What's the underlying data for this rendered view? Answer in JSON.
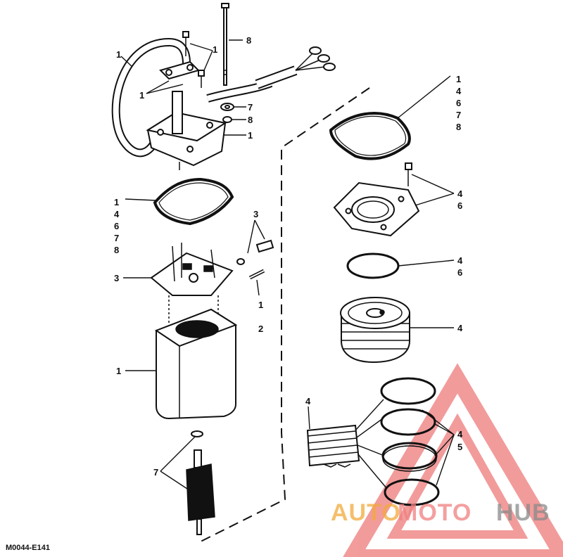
{
  "diagram": {
    "drawing_code": "M0044-E141",
    "labels": {
      "hose_group": "1",
      "screws_group": "1",
      "upper_rod": "8",
      "washer_7": "7",
      "washer_8": "8",
      "cap_1": "1",
      "gasket_left": [
        "1",
        "4",
        "6",
        "7",
        "8"
      ],
      "pins_3": "3",
      "brush_plate_3": "3",
      "spring_1": "1",
      "spring_2": "2",
      "housing_1": "1",
      "armature_7": "7",
      "gasket_right": [
        "1",
        "4",
        "6",
        "7",
        "8"
      ],
      "screw_bracket_4": "4",
      "screw_bracket_6": "6",
      "oring_4": "4",
      "oring_6": "6",
      "pump_4": "4",
      "plates_4": "4",
      "rings_4": "4",
      "rings_5": "5"
    }
  },
  "watermark": {
    "text_a": "AUTO",
    "text_b": "MOTO",
    "text_c": "HUB",
    "color_a": "#f2a93b",
    "color_b": "#f07f7f",
    "color_c": "#8a8a8a",
    "triangle_color": "#e84a4a"
  }
}
